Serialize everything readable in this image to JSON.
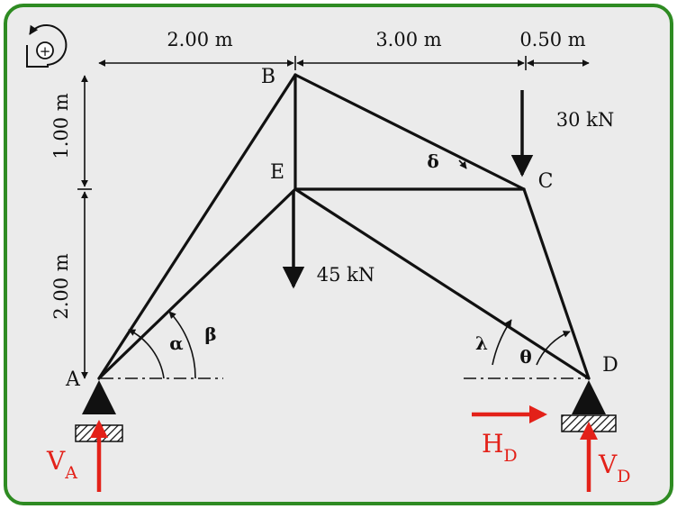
{
  "dimensions": {
    "top_left": "2.00 m",
    "top_middle": "3.00 m",
    "top_right": "0.50 m",
    "left_upper": "1.00 m",
    "left_lower": "2.00 m"
  },
  "points": {
    "A": "A",
    "B": "B",
    "C": "C",
    "D": "D",
    "E": "E"
  },
  "loads": {
    "load_c": "30 kN",
    "load_e": "45 kN"
  },
  "angles": {
    "alpha": "α",
    "beta": "β",
    "delta": "δ",
    "lambda": "λ",
    "theta": "θ"
  },
  "reactions": {
    "va_main": "V",
    "va_sub": "A",
    "hd_main": "H",
    "hd_sub": "D",
    "vd_main": "V",
    "vd_sub": "D"
  },
  "sign_convention_symbol": "+",
  "colors": {
    "frame_border": "#2e8b22",
    "background": "#ebebeb",
    "members": "#111111",
    "reactions": "#e32119"
  }
}
